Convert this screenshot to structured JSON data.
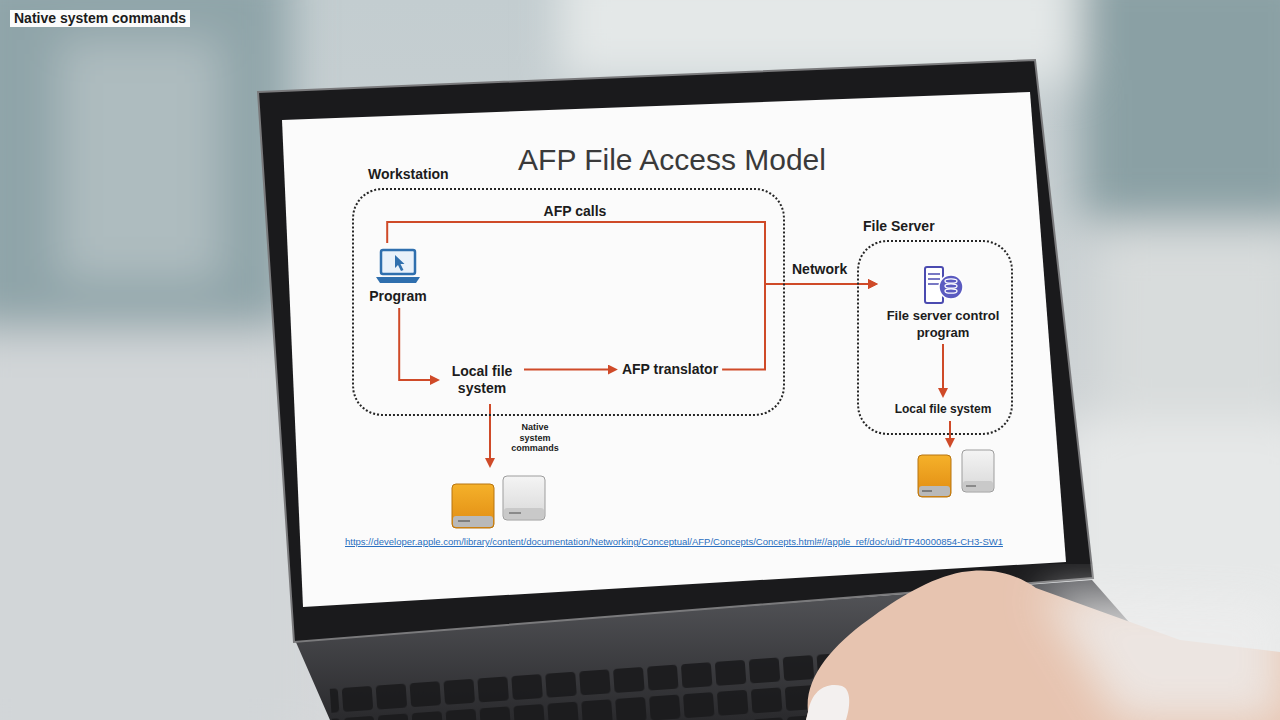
{
  "diagram": {
    "title": "AFP File Access Model",
    "nodes": [
      {
        "text": [
          "Workstation"
        ]
      },
      {
        "text": [
          "Program"
        ],
        "in": 0
      },
      {
        "text": [
          "Local file system"
        ],
        "in": 0
      },
      {
        "text": [
          "AFP translator"
        ],
        "in": 0
      },
      {
        "text": [
          "File Server"
        ]
      },
      {
        "text": [
          "File server control program"
        ],
        "in": 4
      },
      {
        "text": [
          "Local file system"
        ],
        "in": 4
      }
    ],
    "edges": [
      {
        "from": 1,
        "to": 5,
        "label": "AFP calls",
        "arrow": "to"
      },
      {
        "from": 3,
        "to": 5,
        "label": "Network",
        "arrow": "to"
      },
      {
        "from": 1,
        "to": 2,
        "arrow": "to"
      },
      {
        "from": 2,
        "to": 3,
        "arrow": "to"
      },
      {
        "from": 5,
        "to": 6,
        "label": "Native system commands",
        "arrow": "to"
      }
    ],
    "labels": [
      "Native system commands",
      "https://developer.apple.com/library/content/documentation/Networking/Conceptual/AFP/Concepts/Concepts.html#//apple_ref/doc/uid/TP40000854-CH3-SW1"
    ]
  }
}
